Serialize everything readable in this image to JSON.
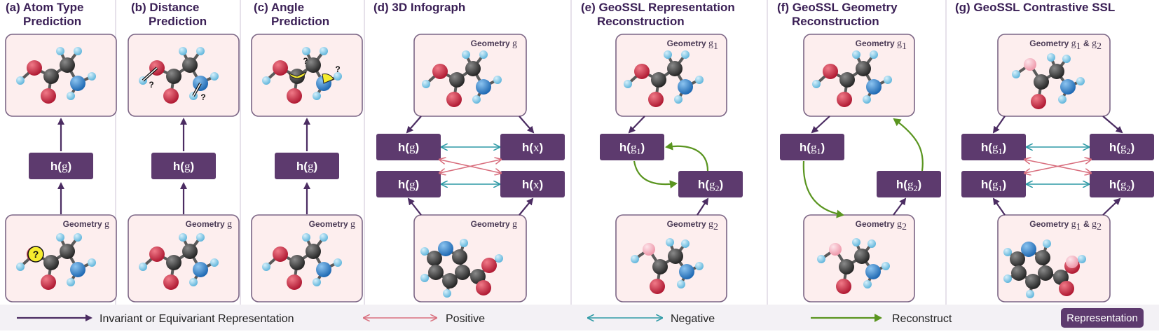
{
  "colors": {
    "representation": "#5d3a6e",
    "invariant_arrow": "#4b2c62",
    "positive": "#d9707f",
    "negative": "#2e9aa6",
    "reconstruct": "#5a9520",
    "geometry_box_fill": "#fdeeee",
    "geometry_box_border": "#7b6585",
    "atom_oxygen": "#c8223a",
    "atom_carbon": "#3d3d3d",
    "atom_nitrogen": "#2f7fc8",
    "atom_hydrogen": "#7fc8e6",
    "atom_masked": "#f2a6b4",
    "query_marker": "#f6ec2f"
  },
  "panels": [
    {
      "id": "a",
      "title_lines": [
        "(a) Atom Type",
        "Prediction"
      ],
      "top_box": {
        "molecule": "molecule-a",
        "query": "none"
      },
      "bottom_box": {
        "label": "Geometry",
        "symbol": "g",
        "query": "atom-type"
      },
      "representations": [
        {
          "text": "h(",
          "sym": "g",
          "close": ")"
        }
      ]
    },
    {
      "id": "b",
      "title_lines": [
        "(b) Distance",
        "Prediction"
      ],
      "top_box": {
        "molecule": "molecule-a",
        "query": "distance"
      },
      "bottom_box": {
        "label": "Geometry",
        "symbol": "g"
      },
      "representations": [
        {
          "text": "h(",
          "sym": "g",
          "close": ")"
        }
      ],
      "query_marks": [
        "?",
        "?"
      ]
    },
    {
      "id": "c",
      "title_lines": [
        "(c) Angle",
        "Prediction"
      ],
      "top_box": {
        "molecule": "molecule-a",
        "query": "angle"
      },
      "bottom_box": {
        "label": "Geometry",
        "symbol": "g"
      },
      "representations": [
        {
          "text": "h(",
          "sym": "g",
          "close": ")"
        }
      ],
      "query_marks": [
        "?",
        "?"
      ]
    },
    {
      "id": "d",
      "title_lines": [
        "(d) 3D Infograph"
      ],
      "top_box": {
        "label": "Geometry",
        "symbol": "g"
      },
      "bottom_box": {
        "label": "Geometry",
        "symbol": "g"
      },
      "representations": [
        {
          "text": "h(",
          "sym": "g",
          "close": ")"
        },
        {
          "text": "h(",
          "sym": "x",
          "close": ")"
        },
        {
          "text": "h(",
          "sym": "g",
          "close": ")"
        },
        {
          "text": "h(",
          "sym": "x",
          "close": ")"
        }
      ]
    },
    {
      "id": "e",
      "title_lines": [
        "(e) GeoSSL Representation",
        "Reconstruction"
      ],
      "top_box": {
        "label": "Geometry",
        "symbol": "g",
        "sub": "1"
      },
      "bottom_box": {
        "label": "Geometry",
        "symbol": "g",
        "sub": "2"
      },
      "representations": [
        {
          "text": "h(",
          "sym": "g",
          "sub": "1",
          "close": ")"
        },
        {
          "text": "h(",
          "sym": "g",
          "sub": "2",
          "close": ")"
        }
      ]
    },
    {
      "id": "f",
      "title_lines": [
        "(f) GeoSSL Geometry",
        "Reconstruction"
      ],
      "top_box": {
        "label": "Geometry",
        "symbol": "g",
        "sub": "1"
      },
      "bottom_box": {
        "label": "Geometry",
        "symbol": "g",
        "sub": "2"
      },
      "representations": [
        {
          "text": "h(",
          "sym": "g",
          "sub": "1",
          "close": ")"
        },
        {
          "text": "h(",
          "sym": "g",
          "sub": "2",
          "close": ")"
        }
      ]
    },
    {
      "id": "g",
      "title_lines": [
        "(g) GeoSSL Contrastive SSL"
      ],
      "top_box": {
        "label": "Geometry",
        "symbol": "g",
        "sub": "1",
        "amp": "&",
        "symbol2": "g",
        "sub2": "2"
      },
      "bottom_box": {
        "label": "Geometry",
        "symbol": "g",
        "sub": "1",
        "amp": "&",
        "symbol2": "g",
        "sub2": "2"
      },
      "representations": [
        {
          "text": "h(",
          "sym": "g",
          "sub": "1",
          "close": ")"
        },
        {
          "text": "h(",
          "sym": "g",
          "sub": "2",
          "close": ")"
        },
        {
          "text": "h(",
          "sym": "g",
          "sub": "1",
          "close": ")"
        },
        {
          "text": "h(",
          "sym": "g",
          "sub": "2",
          "close": ")"
        }
      ]
    }
  ],
  "legend": [
    {
      "kind": "invariant",
      "label": "Invariant or Equivariant Representation"
    },
    {
      "kind": "positive",
      "label": "Positive"
    },
    {
      "kind": "negative",
      "label": "Negative"
    },
    {
      "kind": "reconstruct",
      "label": "Reconstruct"
    },
    {
      "kind": "representation-swatch",
      "label": "Representation"
    }
  ]
}
